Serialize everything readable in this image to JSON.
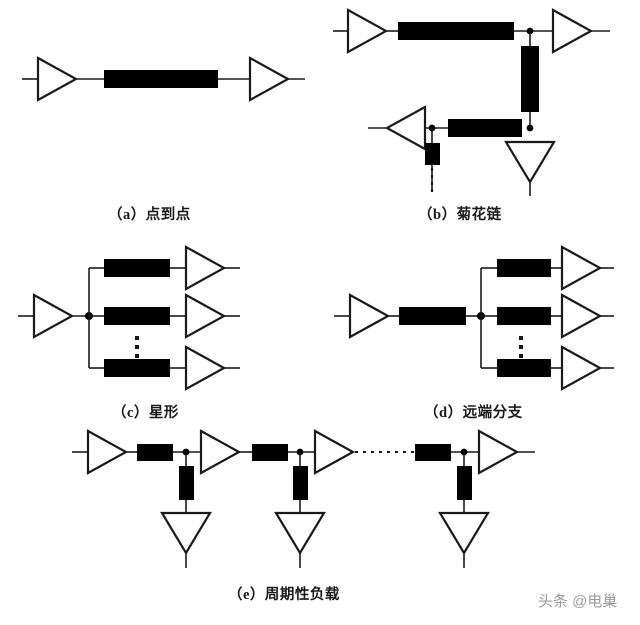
{
  "figure": {
    "title": "Signal routing topologies",
    "background_color": "#ffffff",
    "line_color": "#1a1a1a",
    "block_color": "#000000"
  },
  "captions": {
    "a": "（a）点到点",
    "b": "（b）菊花链",
    "c": "（c）星形",
    "d": "（d）远端分支",
    "e": "（e）周期性负载"
  },
  "watermark": {
    "text": "头条 @电巢"
  },
  "chart_data": {
    "type": "diagram",
    "title": "Signal routing topologies",
    "panels": [
      {
        "id": "a",
        "label": "（a）点到点",
        "description": "Point-to-point: one driver, one transmission line segment, one receiver",
        "drivers": 1,
        "receivers": 1,
        "transmission_lines": 1,
        "stubs": 0
      },
      {
        "id": "b",
        "label": "（b）菊花链",
        "description": "Daisy chain: driver feeds a line to a junction with a receiver, a vertical line segment continues to a lower branch with another driver, stub and receiver",
        "drivers": 2,
        "receivers": 2,
        "transmission_lines": 4,
        "stubs": 1,
        "dotted_continuation": true
      },
      {
        "id": "c",
        "label": "（c）星形",
        "description": "Star: a single driver fans out from one junction node into three parallel transmission lines each ending at a receiver",
        "drivers": 1,
        "receivers": 3,
        "transmission_lines": 3,
        "branch_node": "at driver output",
        "ellipsis": "vertical three dots between branch 2 and branch 3"
      },
      {
        "id": "d",
        "label": "（d）远端分支",
        "description": "Far-end branch: a driver drives one long transmission line, which at its far end splits into three branch lines each ending at a receiver",
        "drivers": 1,
        "receivers": 3,
        "transmission_lines": 4,
        "branch_node": "at far end of main line",
        "ellipsis": "vertical three dots between branch 2 and branch 3"
      },
      {
        "id": "e",
        "label": "（e）周期性负载",
        "description": "Periodic loading: repeating sections of driver, transmission line, junction node with a vertical stub to a downward receiver; sections repeat indicated by a dotted line",
        "drivers": 4,
        "receivers": 3,
        "transmission_lines": 3,
        "stubs": 3,
        "dotted_continuation": true
      }
    ],
    "symbols": {
      "triangle_right": "buffer/driver pointing right",
      "triangle_down": "receiver/load pointing down",
      "black_rectangle": "transmission line segment",
      "dot": "junction node",
      "dotted_line": "repetition / continuation"
    }
  }
}
